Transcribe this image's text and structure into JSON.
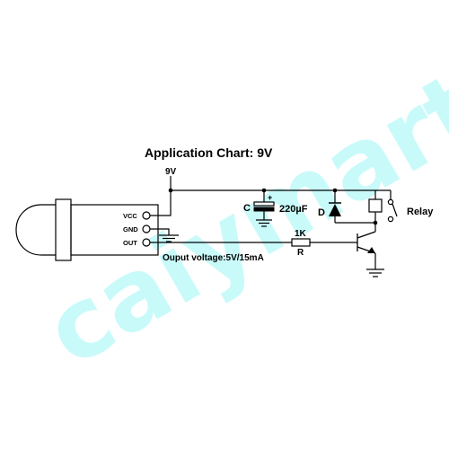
{
  "title": "Application Chart: 9V",
  "supply_label": "9V",
  "pins": {
    "vcc": "VCC",
    "gnd": "GND",
    "out": "OUT"
  },
  "capacitor": {
    "letter": "C",
    "value": "220µF",
    "polarity": "+"
  },
  "diode_label": "D",
  "relay_label": "Relay",
  "resistor": {
    "value": "1K",
    "letter": "R"
  },
  "output_note": "Ouput voltage:5V/15mA",
  "watermark": {
    "text": "caiymart",
    "color": "#c9fafa"
  },
  "colors": {
    "line": "#000000",
    "background": "#ffffff"
  }
}
